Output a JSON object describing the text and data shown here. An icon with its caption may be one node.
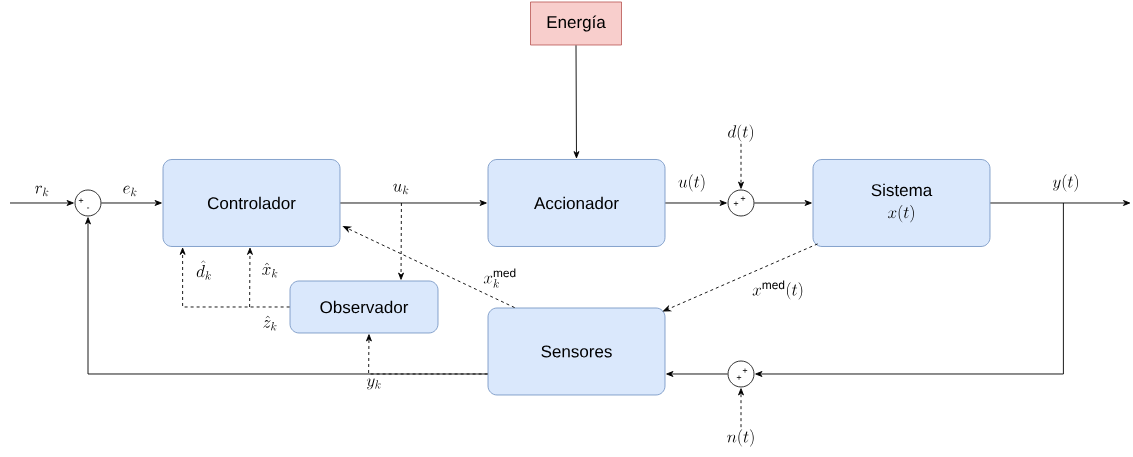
{
  "diagram": {
    "nodes": [
      {
        "text": [
          "Energía"
        ]
      },
      {
        "text": [
          "Controlador"
        ]
      },
      {
        "text": [
          "Accionador"
        ]
      },
      {
        "text": [
          "Sistema",
          "x(t)"
        ]
      },
      {
        "text": [
          "Observador"
        ]
      },
      {
        "text": [
          "Sensores"
        ]
      },
      {
        "text": [
          "+",
          "-"
        ]
      },
      {
        "text": [
          "+",
          "+"
        ]
      },
      {
        "text": [
          "+",
          "+"
        ]
      },
      {
        "text": [
          "d(t)"
        ]
      },
      {
        "text": [
          "n(t)"
        ]
      }
    ],
    "edges": [
      {
        "from": null,
        "to": 6,
        "arrow": "to",
        "label": "r_k"
      },
      {
        "from": 6,
        "to": 1,
        "arrow": "to",
        "label": "e_k"
      },
      {
        "from": 1,
        "to": 2,
        "arrow": "to",
        "label": "u_k"
      },
      {
        "from": 1,
        "to": 4,
        "arrow": "to",
        "style": "dashed"
      },
      {
        "from": 0,
        "to": 2,
        "arrow": "to"
      },
      {
        "from": 2,
        "to": 7,
        "arrow": "to",
        "label": "u(t)"
      },
      {
        "from": 9,
        "to": 7,
        "arrow": "to",
        "style": "dashed"
      },
      {
        "from": 7,
        "to": 3,
        "arrow": "to"
      },
      {
        "from": 3,
        "to": null,
        "arrow": "to",
        "label": "y(t)"
      },
      {
        "from": 3,
        "to": 8,
        "arrow": "to"
      },
      {
        "from": 10,
        "to": 8,
        "arrow": "to",
        "style": "dashed"
      },
      {
        "from": 8,
        "to": 5,
        "arrow": "to"
      },
      {
        "from": 5,
        "to": 6,
        "arrow": "to"
      },
      {
        "from": 5,
        "to": 4,
        "arrow": "to",
        "style": "dashed",
        "label": "y_k"
      },
      {
        "from": 3,
        "to": 5,
        "arrow": "to",
        "style": "dashed",
        "label": "x^{\\mathrm{med}}(t)"
      },
      {
        "from": 5,
        "to": 1,
        "arrow": "to",
        "style": "dashed",
        "label": "x_k^{\\mathrm{med}}"
      },
      {
        "from": 4,
        "to": 1,
        "arrow": "to",
        "style": "dashed",
        "label": "\\hat{d}_k"
      },
      {
        "from": 4,
        "to": 1,
        "arrow": "to",
        "style": "dashed",
        "label": "\\hat{x}_k"
      }
    ],
    "labels": [
      "\\hat{z}_k"
    ]
  }
}
